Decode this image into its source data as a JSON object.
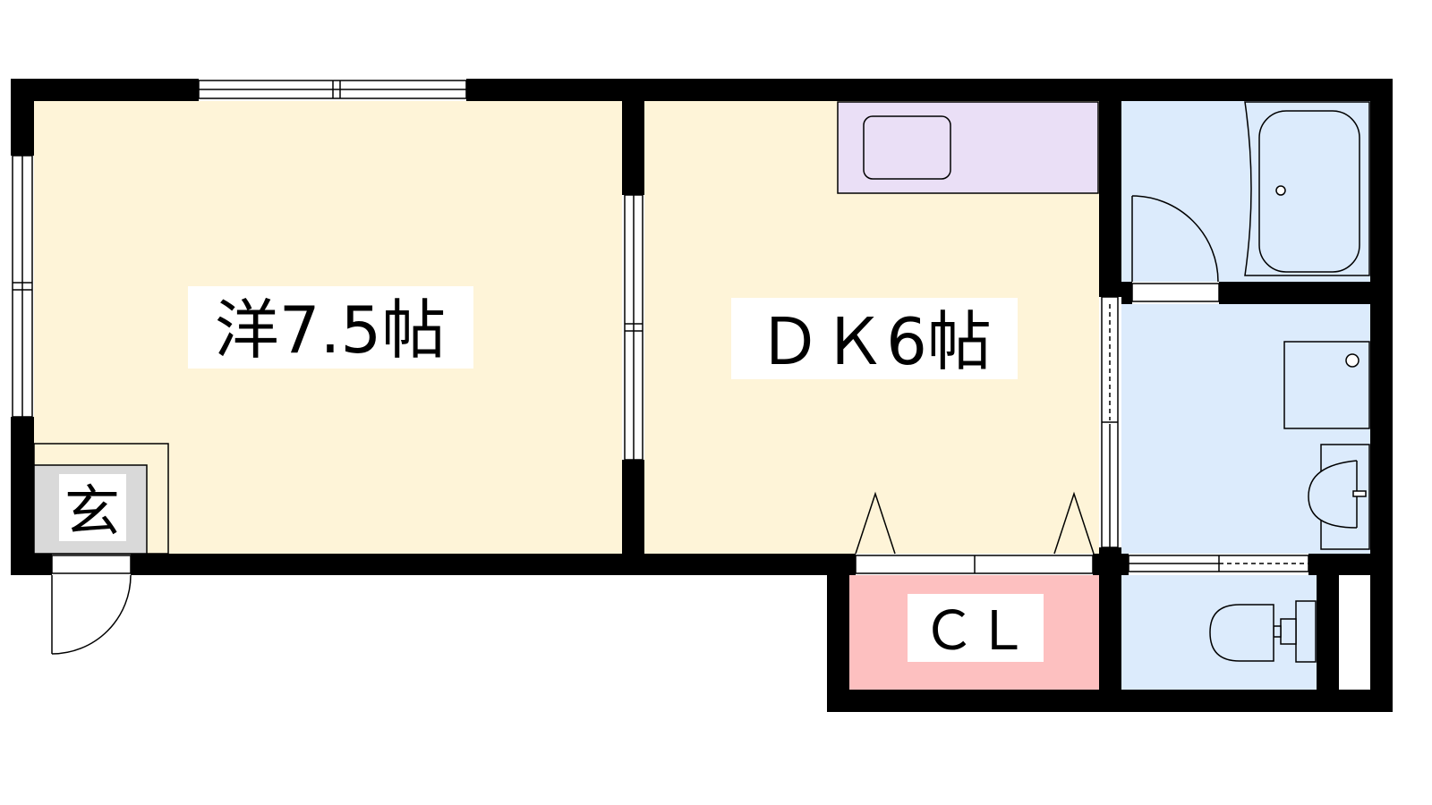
{
  "rooms": {
    "western_room": {
      "label": "洋7.5帖",
      "color": "#FEF4D8"
    },
    "dining_kitchen": {
      "label": "ＤＫ6帖",
      "color": "#FEF4D8"
    },
    "closet": {
      "label": "ＣＬ",
      "color": "#FDC0C0"
    },
    "entrance": {
      "label": "玄",
      "color": "#D9D9D9"
    },
    "bathroom": {
      "color": "#DCEBFC"
    },
    "washroom": {
      "color": "#DCEBFC"
    },
    "toilet": {
      "color": "#DCEBFC"
    }
  },
  "fixtures": {
    "kitchen_counter_color": "#EADFF6",
    "wall_color": "#000000"
  }
}
